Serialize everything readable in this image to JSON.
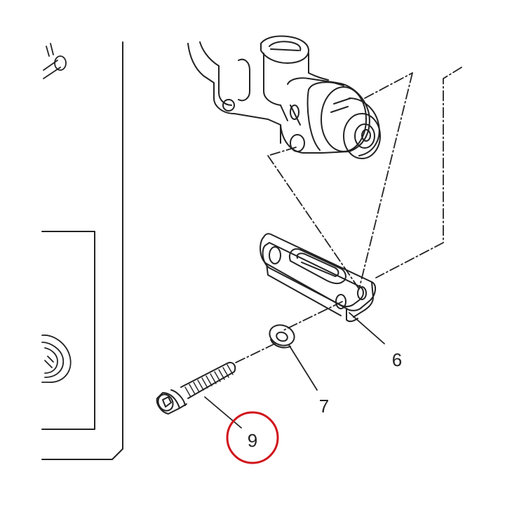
{
  "diagram": {
    "callouts": [
      {
        "id": "gasket",
        "label": "6"
      },
      {
        "id": "washer",
        "label": "7"
      },
      {
        "id": "bolt",
        "label": "9",
        "highlighted": true
      }
    ],
    "colors": {
      "line": "#222222",
      "highlight_circle": "#d0141c",
      "background": "#ffffff"
    },
    "icons": [
      "master-cylinder-icon",
      "gasket-icon",
      "washer-icon",
      "bolt-icon",
      "cap-icon",
      "clevis-pin-icon"
    ]
  }
}
